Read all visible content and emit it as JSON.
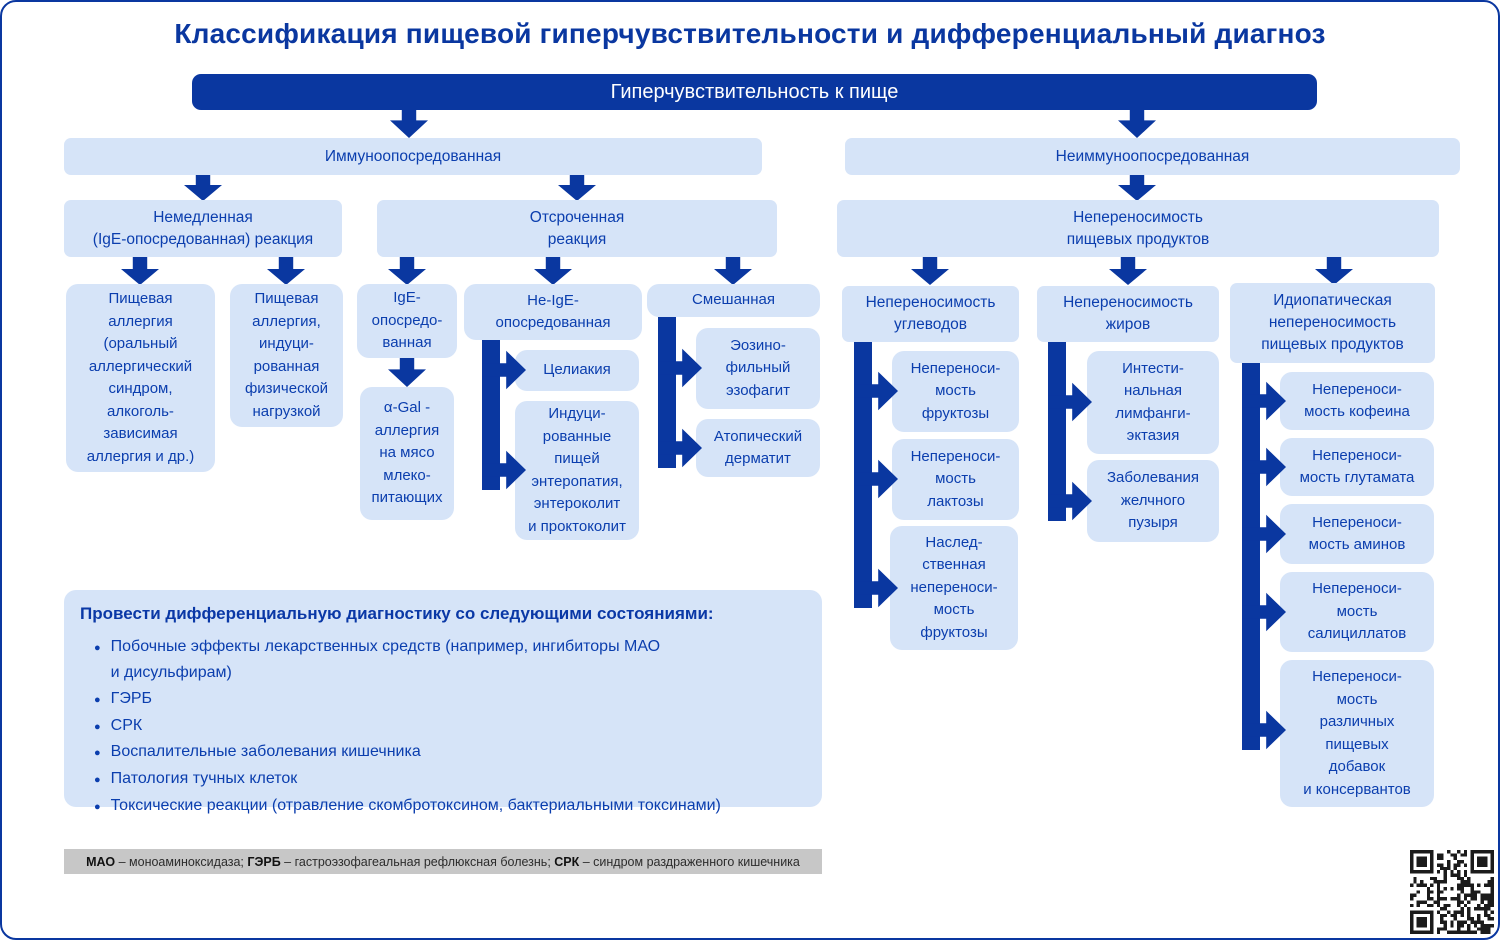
{
  "title": "Классификация пищевой гиперчувствительности и дифференциальный диагноз",
  "colors": {
    "accent": "#0a37a0",
    "box_fill": "#d6e4f8",
    "node_text": "#0b3eae",
    "footnote_bg": "#c7c7c7",
    "qr_color": "#1b1b1b"
  },
  "tree": {
    "root": "Гиперчувствительность к пище",
    "immune": {
      "label": "Иммуноопосредованная",
      "immediate": {
        "label": "Немедленная\n(IgE-опосредованная) реакция",
        "food_allergy": "Пищевая\nаллергия\n(оральный\nаллергический\nсиндром,\nалкоголь-\nзависимая\nаллергия и др.)",
        "exercise_induced": "Пищевая\nаллергия,\nиндуци-\nрованная\nфизической\nнагрузкой"
      },
      "delayed": {
        "label": "Отсроченная\nреакция",
        "ige": {
          "label": "IgE-\nопосредо-\nванная",
          "alpha_gal": "α-Gal -\nаллергия\nна мясо\nмлеко-\nпитающих"
        },
        "non_ige": {
          "label": "Не-IgE-\nопосредованная",
          "celiac": "Целиакия",
          "enteropathy": "Индуци-\nрованные\nпищей\nэнтеропатия,\nэнтероколит\nи проктоколит"
        },
        "mixed": {
          "label": "Смешанная",
          "eoe": "Эозино-\nфильный\nэзофагит",
          "atopic": "Атопический\nдерматит"
        }
      }
    },
    "non_immune": {
      "label": "Неиммуноопосредованная",
      "intolerance": {
        "label": "Непереносимость\nпищевых продуктов",
        "carbs": {
          "label": "Непереносимость\nуглеводов",
          "fructose": "Непереноси-\nмость\nфруктозы",
          "lactose": "Непереноси-\nмость\nлактозы",
          "hereditary_fructose": "Наслед-\nственная\nнепереноси-\nмость\nфруктозы"
        },
        "fats": {
          "label": "Непереносимость\nжиров",
          "lymphangiectasia": "Интести-\nнальная\nлимфанги-\nэктазия",
          "gallbladder": "Заболевания\nжелчного\nпузыря"
        },
        "idiopathic": {
          "label": "Идиопатическая\nнепереносимость\nпищевых продуктов",
          "caffeine": "Непереноси-\nмость кофеина",
          "glutamate": "Непереноси-\nмость глутамата",
          "amines": "Непереноси-\nмость аминов",
          "salicylates": "Непереноси-\nмость\nсалициллатов",
          "additives": "Непереноси-\nмость\nразличных\nпищевых\nдобавок\nи консервантов"
        }
      }
    }
  },
  "differential": {
    "heading": "Провести дифференциальную диагностику со следующими состояниями:",
    "items": [
      "Побочные эффекты лекарственных средств (например, ингибиторы МАО\nи дисульфирам)",
      "ГЭРБ",
      "СРК",
      "Воспалительные заболевания кишечника",
      "Патология тучных клеток",
      "Токсические реакции (отравление скомбротоксином, бактериальными токсинами)"
    ]
  },
  "footnote": {
    "segments": [
      {
        "term": "МАО",
        "rest": " – моноаминоксидаза; "
      },
      {
        "term": "ГЭРБ",
        "rest": " – гастроэзофагеальная рефлюксная болезнь; "
      },
      {
        "term": "СРК",
        "rest": " – синдром раздраженного кишечника"
      }
    ]
  }
}
